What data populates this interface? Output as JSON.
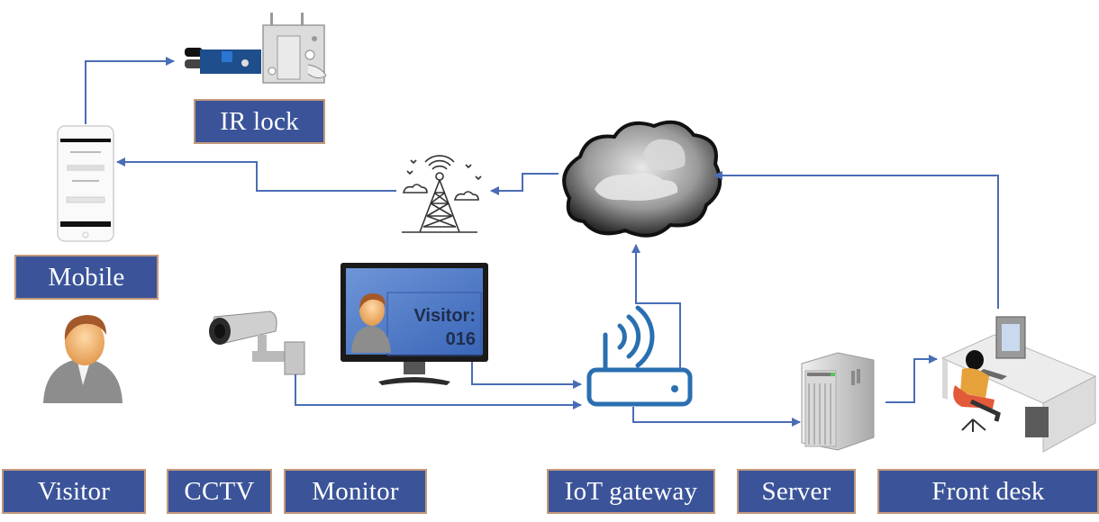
{
  "diagram": {
    "type": "iot-visitor-system-architecture",
    "nodes": [
      {
        "id": "ir_lock",
        "label": "IR lock",
        "icon": "ir-sensor-lock-icon"
      },
      {
        "id": "mobile",
        "label": "Mobile",
        "icon": "smartphone-icon"
      },
      {
        "id": "visitor",
        "label": "Visitor",
        "icon": "person-icon"
      },
      {
        "id": "cctv",
        "label": "CCTV",
        "icon": "cctv-camera-icon"
      },
      {
        "id": "monitor",
        "label": "Monitor",
        "icon": "monitor-icon"
      },
      {
        "id": "iot_gateway",
        "label": "IoT gateway",
        "icon": "wifi-router-icon"
      },
      {
        "id": "server",
        "label": "Server",
        "icon": "server-tower-icon"
      },
      {
        "id": "front_desk",
        "label": "Front desk",
        "icon": "front-desk-operator-icon"
      },
      {
        "id": "cloud",
        "label": "",
        "icon": "cloud-icon"
      },
      {
        "id": "tower",
        "label": "",
        "icon": "cell-tower-icon"
      }
    ],
    "edges": [
      {
        "from": "mobile",
        "to": "ir_lock"
      },
      {
        "from": "tower",
        "to": "mobile"
      },
      {
        "from": "cloud",
        "to": "tower"
      },
      {
        "from": "front_desk",
        "to": "cloud"
      },
      {
        "from": "iot_gateway",
        "to": "cloud"
      },
      {
        "from": "cctv",
        "to": "iot_gateway"
      },
      {
        "from": "monitor",
        "to": "iot_gateway"
      },
      {
        "from": "iot_gateway",
        "to": "server"
      },
      {
        "from": "server",
        "to": "front_desk"
      }
    ],
    "monitor_screen": {
      "line1": "Visitor:",
      "line2": "016"
    },
    "colors": {
      "label_fill": "#3b5499",
      "label_border": "#c49a7c",
      "arrow": "#4a6db5",
      "router": "#2a6fb0"
    }
  }
}
